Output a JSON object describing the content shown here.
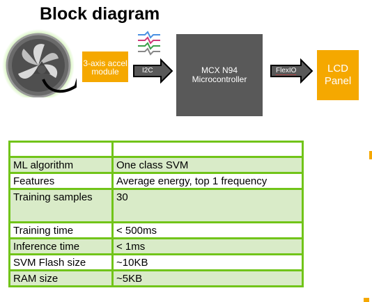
{
  "title": "Block diagram",
  "blocks": {
    "accel": "3-axis accel module",
    "mcu_line1": "MCX N94",
    "mcu_line2": "Microcontroller",
    "lcd_line1": "LCD",
    "lcd_line2": "Panel"
  },
  "links": {
    "i2c": "I2C",
    "flexio": "FlexIO"
  },
  "colors": {
    "accent_orange": "#f5a800",
    "mcu_gray": "#595959",
    "table_green": "#71c419",
    "row_fill": "#d9ebc8"
  },
  "table": {
    "header": [
      "",
      ""
    ],
    "rows": [
      {
        "label": "ML algorithm",
        "value": "One class SVM"
      },
      {
        "label": "Features",
        "value": "Average energy, top 1 frequency"
      },
      {
        "label": "Training samples",
        "value": "30"
      },
      {
        "label": "Training time",
        "value": "< 500ms"
      },
      {
        "label": "Inference time",
        "value": "< 1ms"
      },
      {
        "label": "SVM Flash size",
        "value": "~10KB"
      },
      {
        "label": "RAM size",
        "value": "~5KB"
      }
    ]
  }
}
